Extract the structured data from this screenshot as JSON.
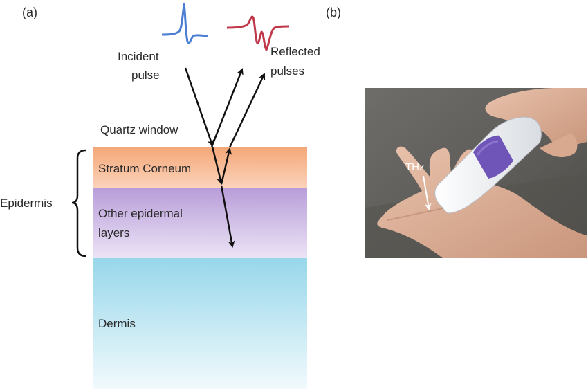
{
  "panel_a": {
    "label": "(a)",
    "incident": {
      "line1": "Incident",
      "line2": "pulse"
    },
    "reflected": {
      "line1": "Reflected",
      "line2": "pulses"
    },
    "quartz": "Quartz window",
    "layers": {
      "stratum": "Stratum Corneum",
      "other_line1": "Other epidermal",
      "other_line2": "layers",
      "dermis": "Dermis"
    },
    "epidermis": "Epidermis",
    "colors": {
      "incident_pulse": "#4a7fd4",
      "reflected_pulse": "#c0394a",
      "stratum": "#f6b58e",
      "epidermal": "#c3ace0",
      "dermis": "#9fdcec",
      "arrow": "#111111"
    }
  },
  "panel_b": {
    "label": "(b)",
    "thz": "THz"
  }
}
